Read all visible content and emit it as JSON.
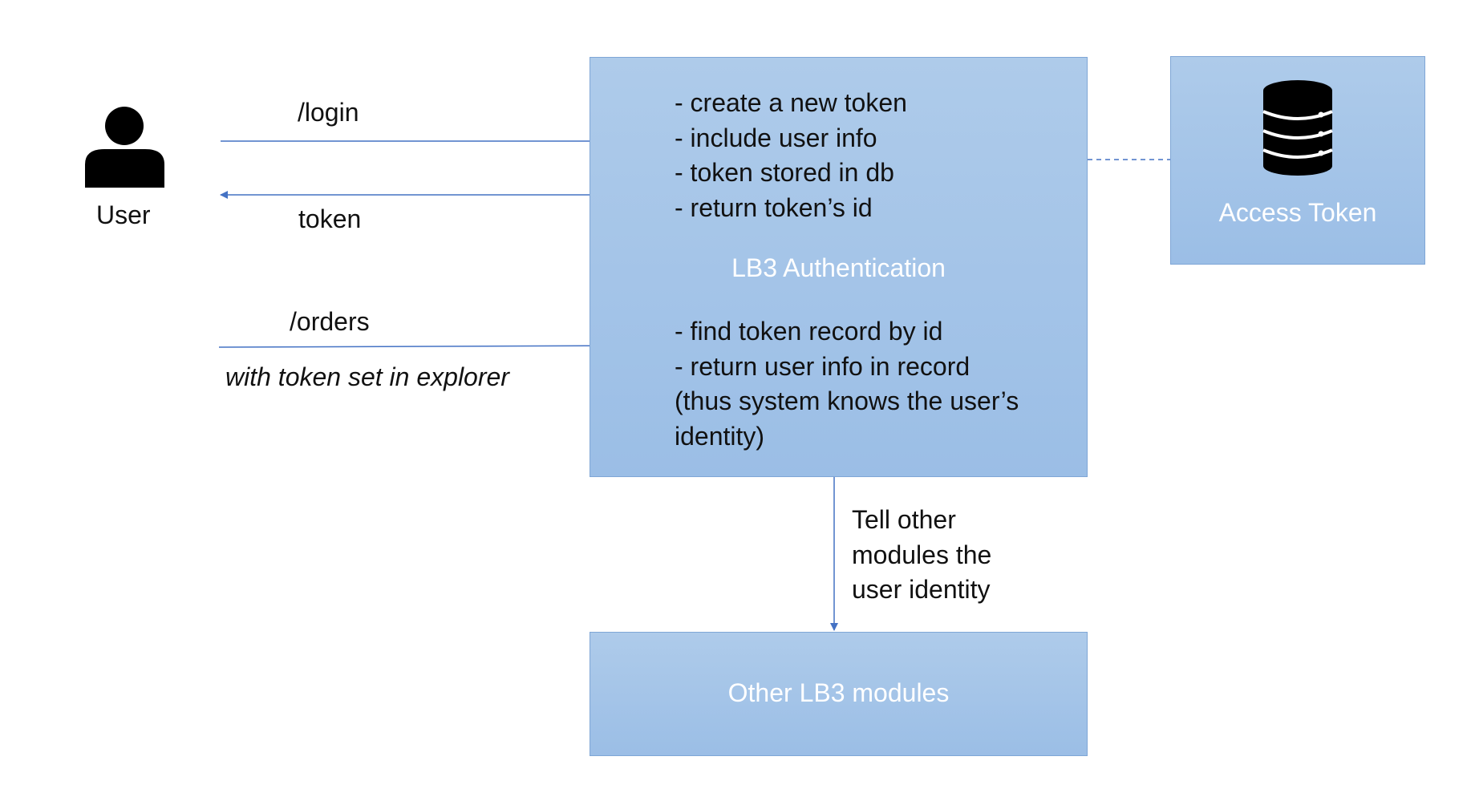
{
  "user": {
    "label": "User"
  },
  "arrows": {
    "login_label": "/login",
    "token_label": "token",
    "orders_label": "/orders",
    "orders_note": "with token set in explorer"
  },
  "auth": {
    "title": "LB3  Authentication",
    "lines_top": [
      "- create a new token",
      "- include user info",
      "- token stored in db",
      "- return token’s id"
    ],
    "lines_bottom": [
      "- find token record by id",
      "- return user info in record",
      "(thus system knows the user’s",
      "identity)"
    ]
  },
  "access_token": {
    "title": "Access Token"
  },
  "tell_note": [
    "Tell other",
    "modules the",
    "user identity"
  ],
  "other_modules": {
    "title": "Other LB3 modules"
  },
  "colors": {
    "box_fill_top": "#aecbea",
    "box_fill_bottom": "#9bbee6",
    "box_border": "#7fa6d6",
    "arrow": "#4472c4",
    "box_text": "#ffffff",
    "icon": "#000000"
  }
}
